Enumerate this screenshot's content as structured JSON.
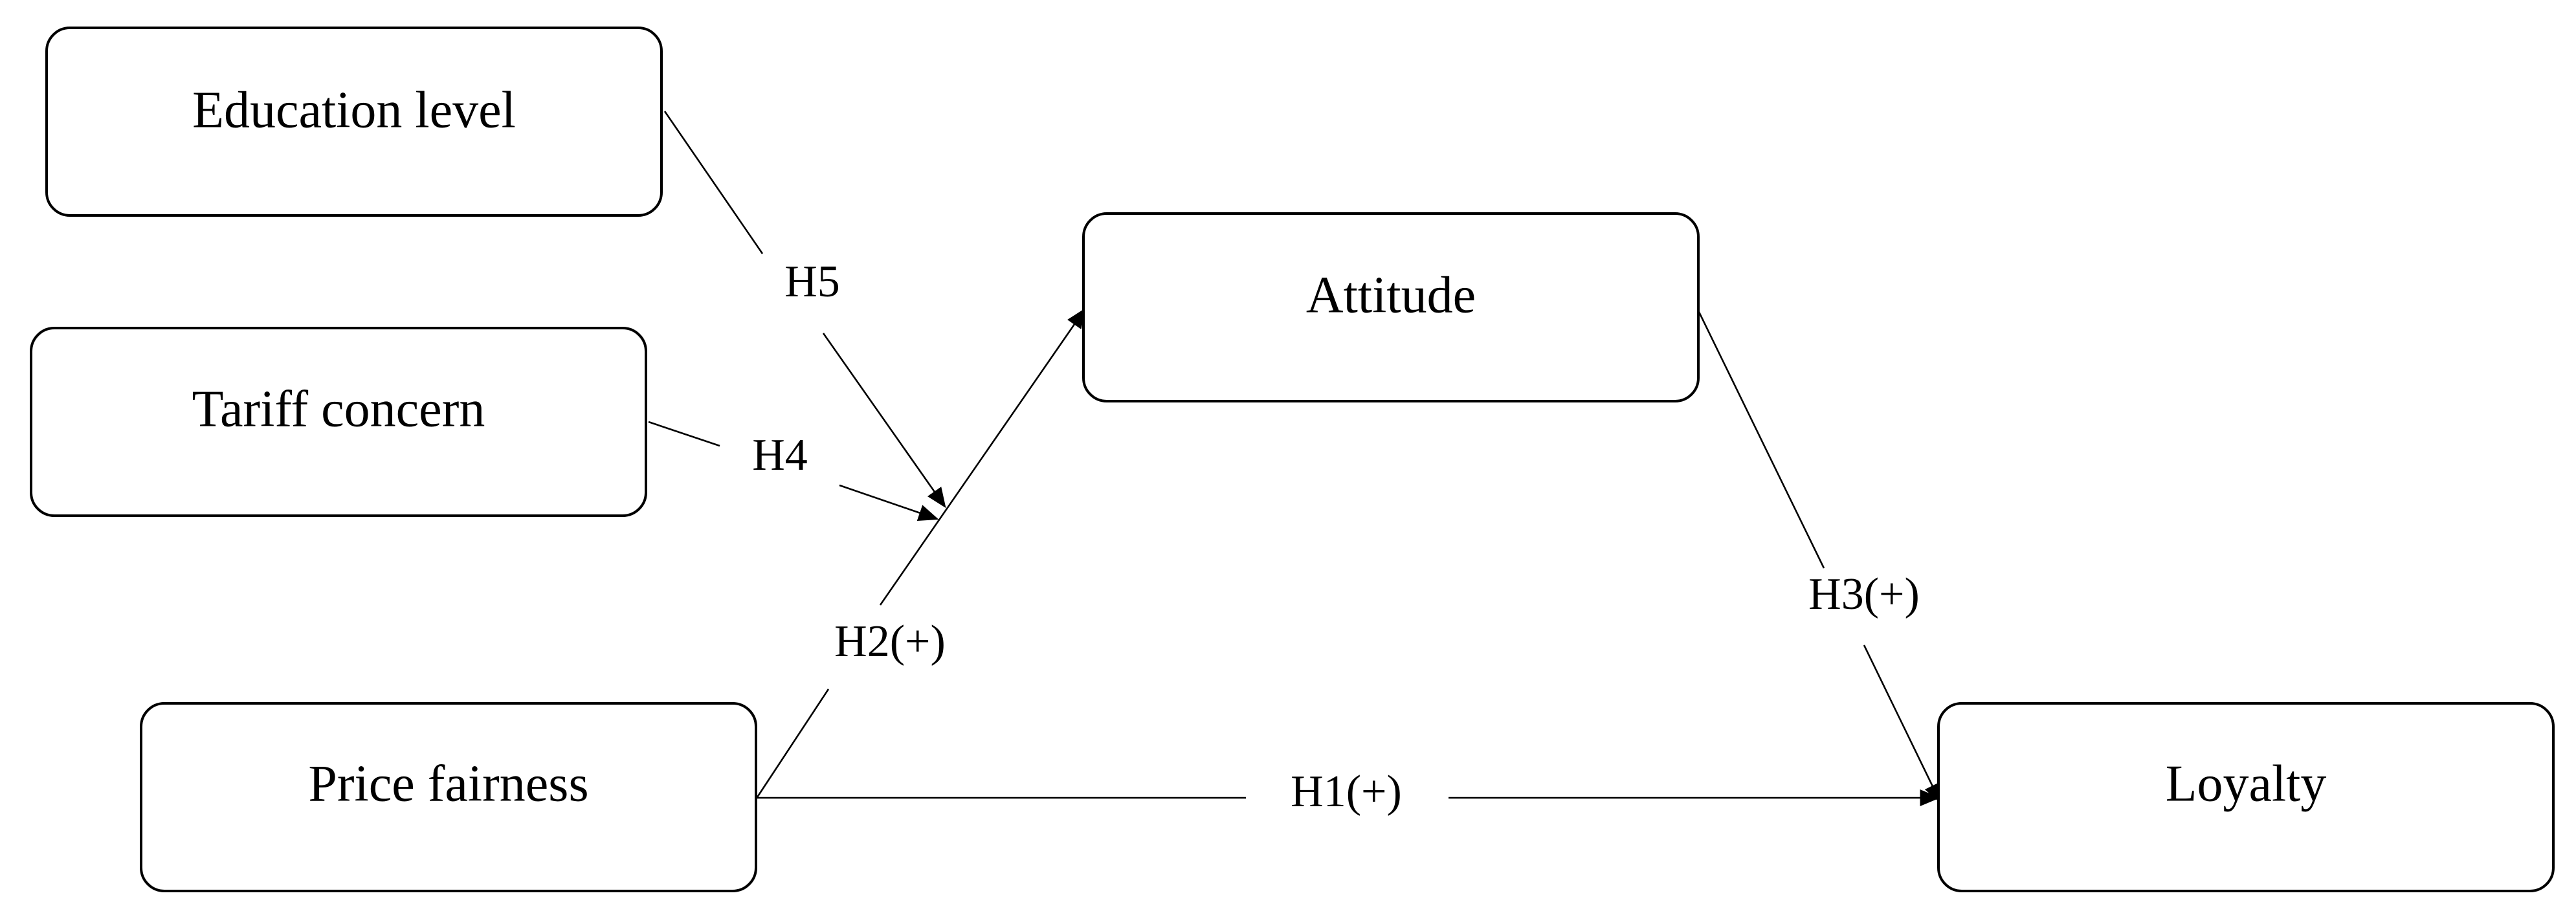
{
  "nodes": {
    "education_level": {
      "label": "Education level"
    },
    "tariff_concern": {
      "label": "Tariff concern"
    },
    "attitude": {
      "label": "Attitude"
    },
    "price_fairness": {
      "label": "Price fairness"
    },
    "loyalty": {
      "label": "Loyalty"
    }
  },
  "edges": {
    "h1": {
      "label": "H1(+)",
      "from": "Price fairness",
      "to": "Loyalty"
    },
    "h2": {
      "label": "H2(+)",
      "from": "Price fairness",
      "to": "Attitude"
    },
    "h3": {
      "label": "H3(+)",
      "from": "Attitude",
      "to": "Loyalty"
    },
    "h4": {
      "label": "H4",
      "from": "Tariff concern",
      "to": "H2(+)"
    },
    "h5": {
      "label": "H5",
      "from": "Education level",
      "to": "H2(+)"
    }
  },
  "colors": {
    "stroke": "#000000",
    "background": "#ffffff"
  }
}
